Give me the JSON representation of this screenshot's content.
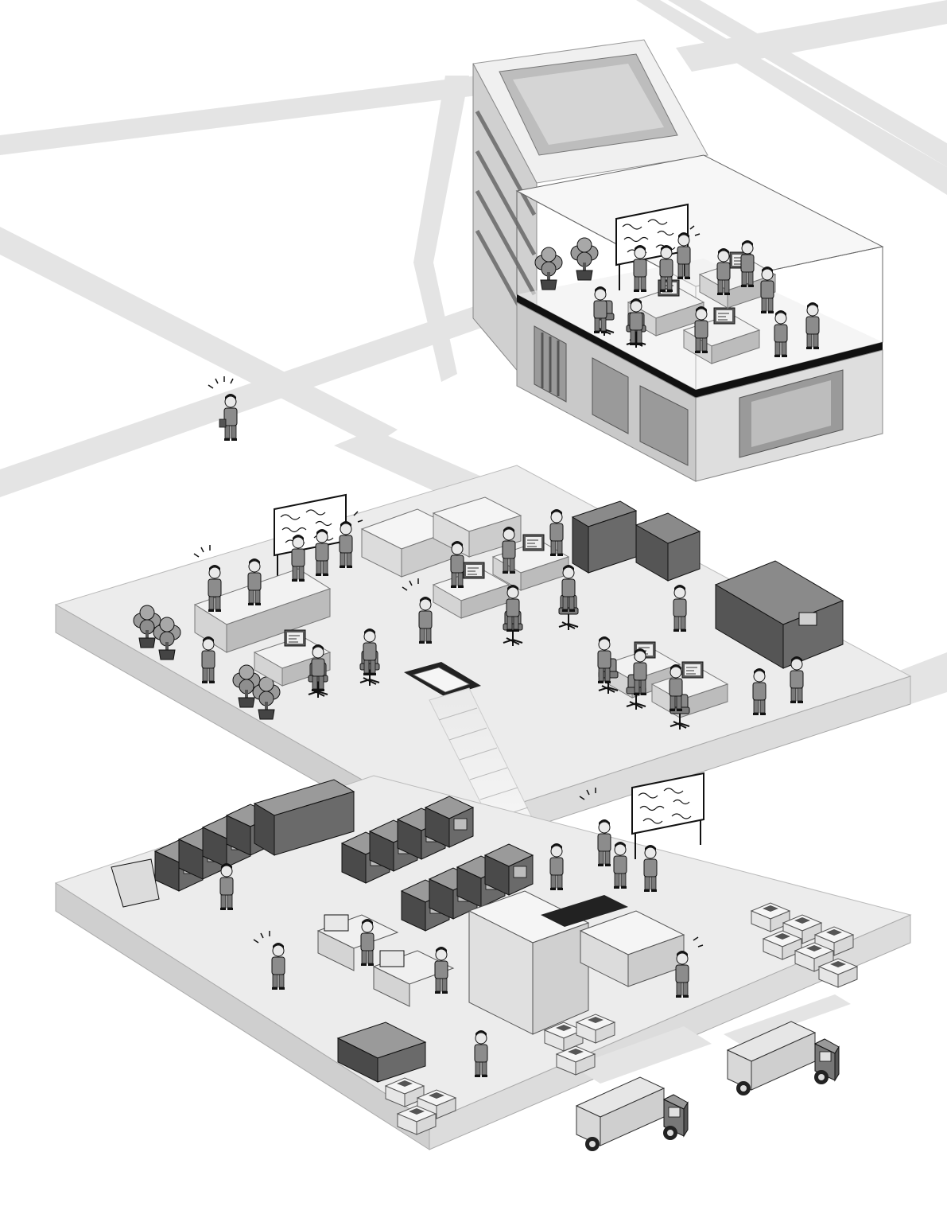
{
  "illustration": {
    "colors": {
      "background": "#ffffff",
      "road": "#e4e4e4",
      "floor_top": "#ececec",
      "floor_side": "#cfcfcf",
      "building_light": "#e8e8e8",
      "building_mid": "#bdbdbd",
      "building_dark": "#8a8a8a",
      "machine_dark": "#4a4a4a",
      "machine_mid": "#7a7a7a",
      "person": "#8c8c8c",
      "ink": "#111111"
    },
    "layers": [
      "street",
      "office-building",
      "design-floor",
      "press-floor"
    ]
  }
}
